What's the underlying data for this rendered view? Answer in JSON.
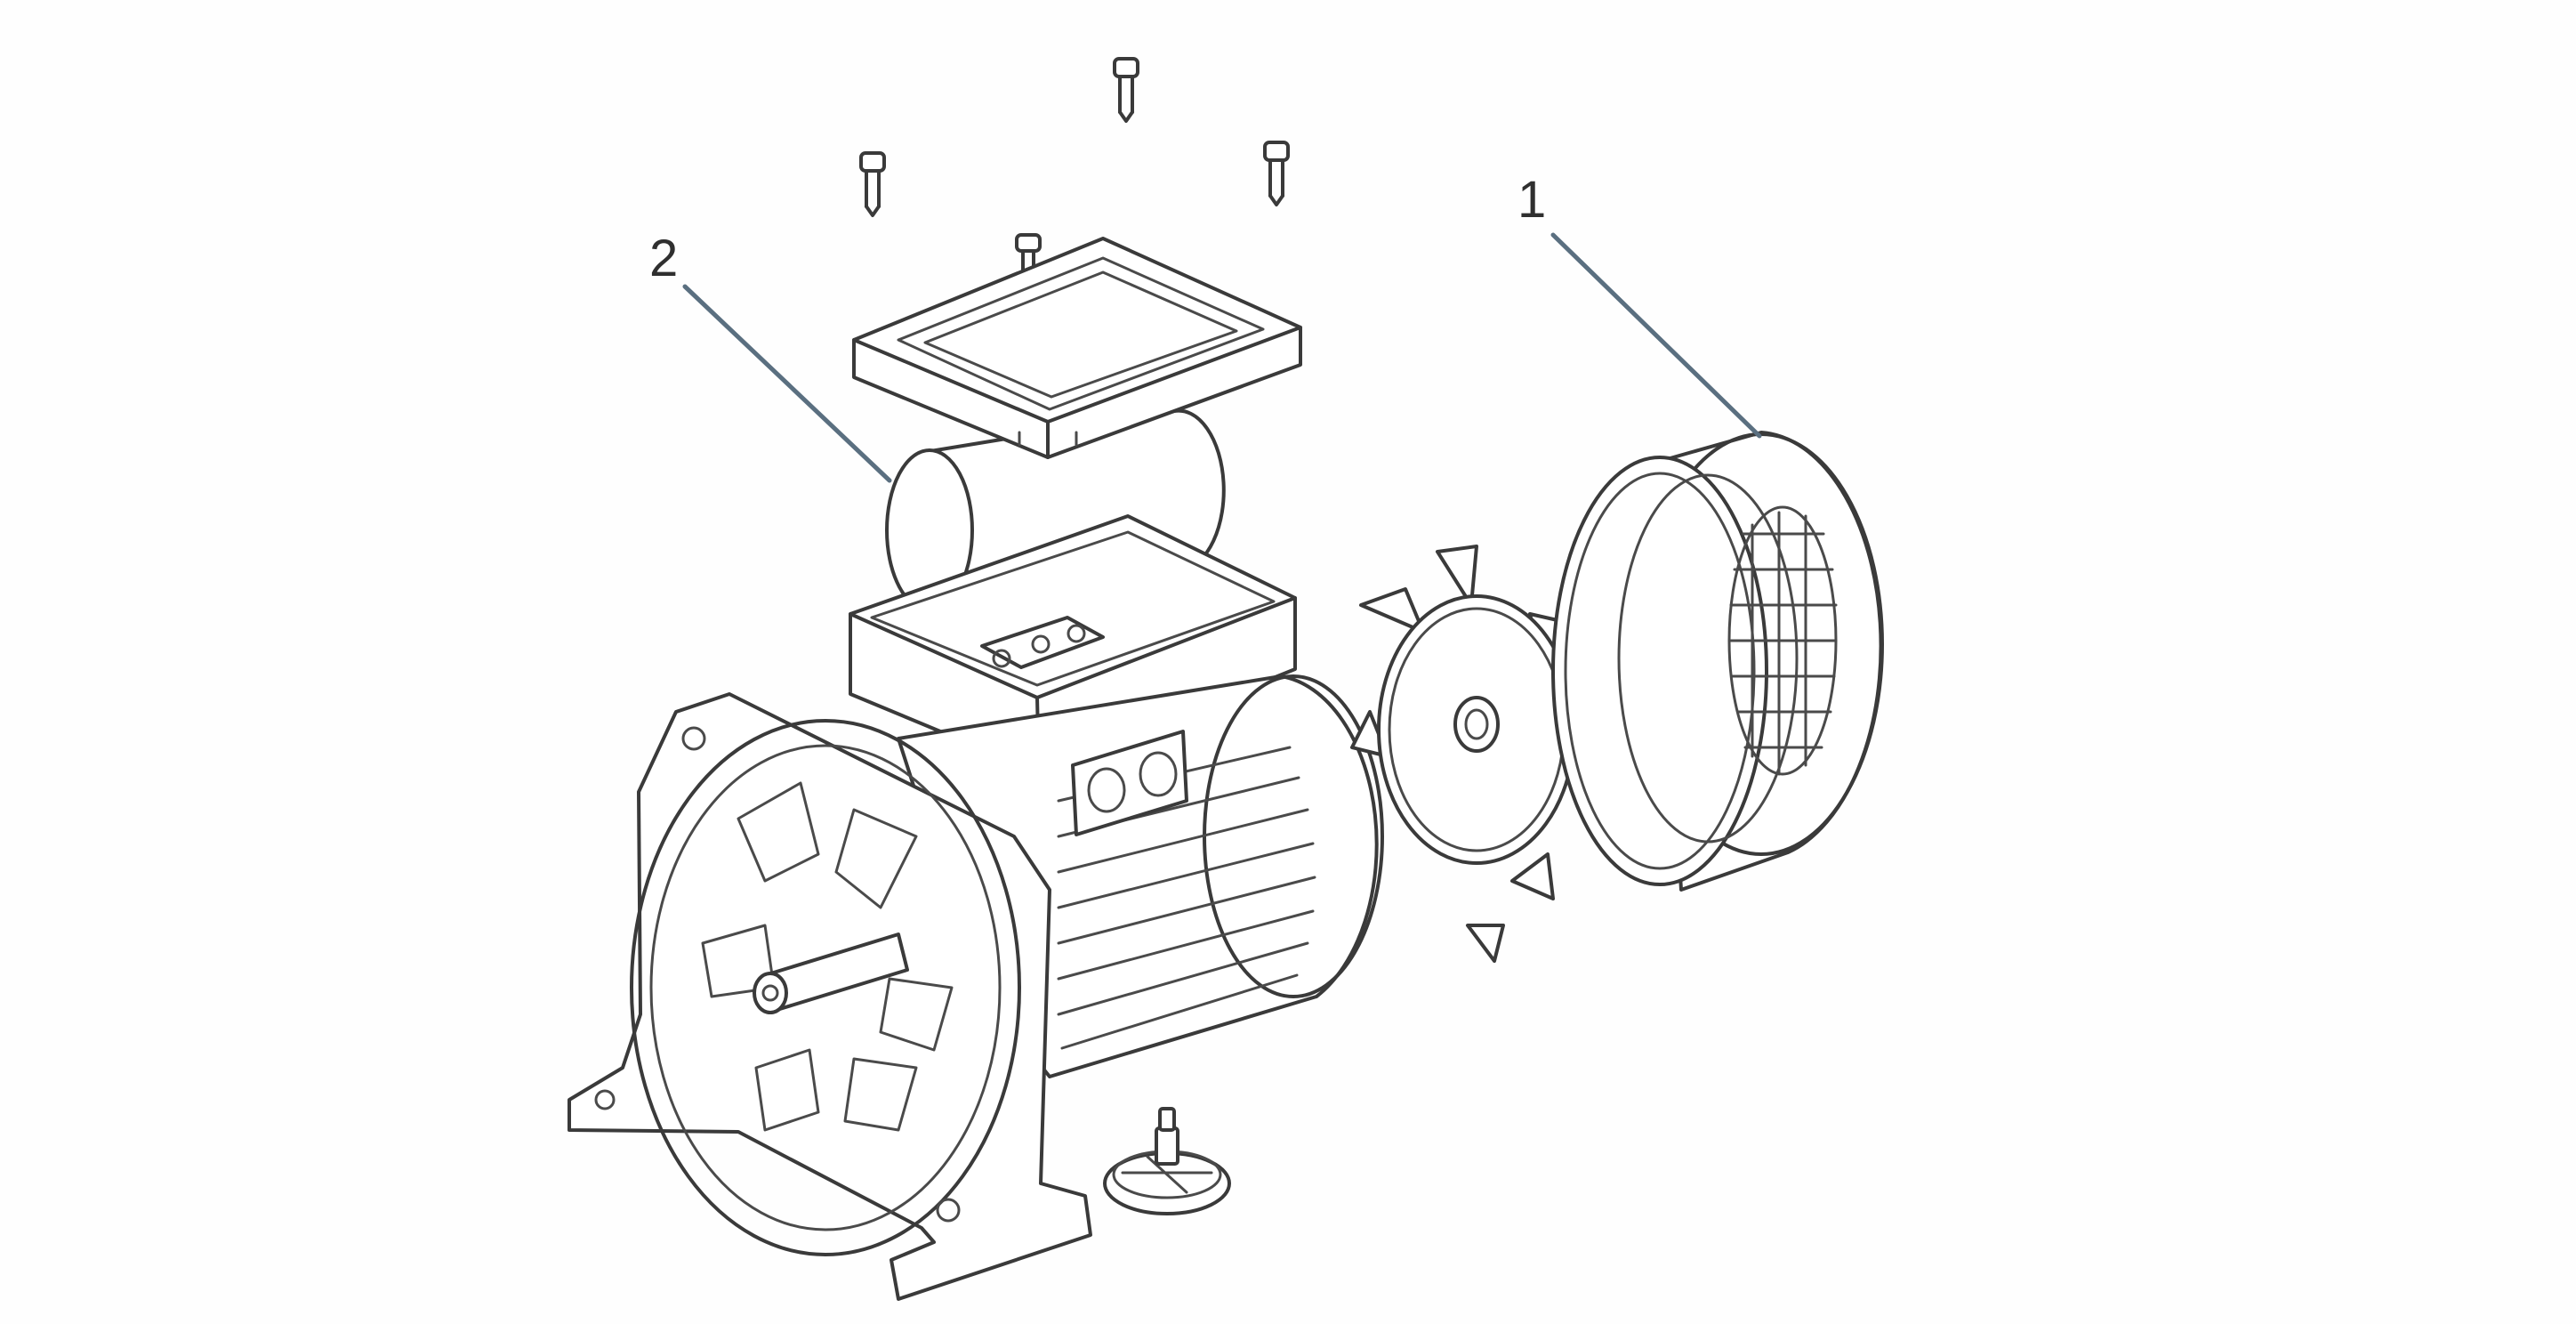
{
  "callouts": [
    {
      "id": "1",
      "label": "1"
    },
    {
      "id": "2",
      "label": "2"
    }
  ],
  "colors": {
    "ink": "#3a3a3a",
    "leader": "#5a6f80",
    "background": "#fefefe"
  }
}
